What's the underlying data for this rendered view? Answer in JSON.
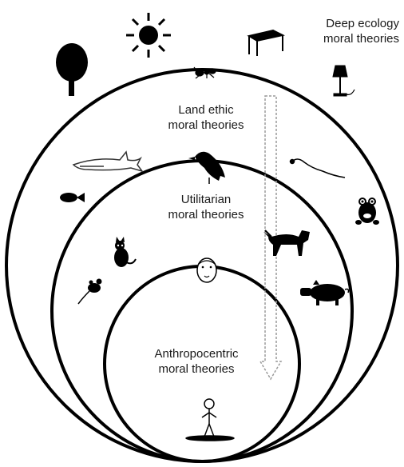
{
  "labels": {
    "deep_ecology": [
      "Deep ecology",
      "moral theories"
    ],
    "land_ethic": [
      "Land ethic",
      "moral theories"
    ],
    "utilitarian": [
      "Utilitarian",
      "moral theories"
    ],
    "anthropocentric": [
      "Anthropocentric",
      "moral theories"
    ]
  },
  "colors": {
    "ink": "#000000",
    "text": "#1a1a1a",
    "arrow": "#9a9a9a",
    "background": "#ffffff"
  },
  "icons": [
    "tree-icon",
    "sun-icon",
    "table-icon",
    "lamp-icon",
    "ant-icon",
    "shark-icon",
    "fish-icon",
    "crow-icon",
    "snake-icon",
    "frog-icon",
    "cat-icon",
    "dog-icon",
    "mouse-icon",
    "pig-icon",
    "human-face-icon",
    "stick-figure-icon"
  ]
}
